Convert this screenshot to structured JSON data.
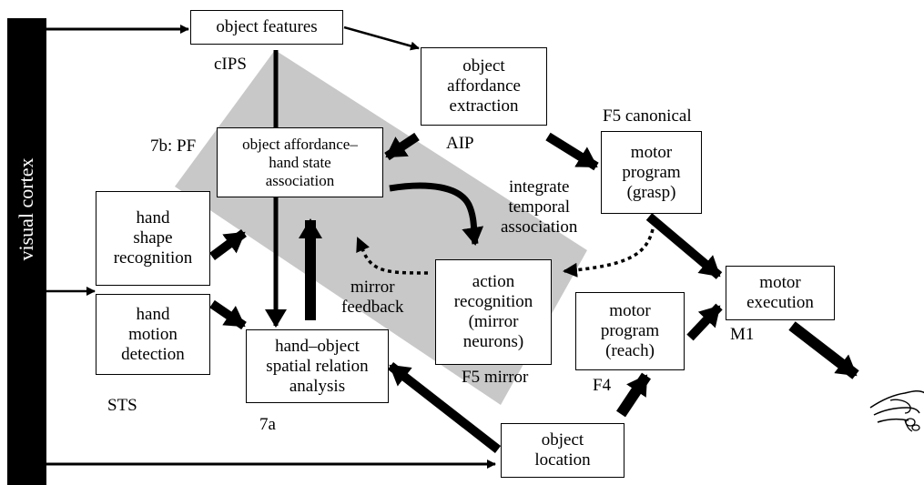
{
  "colors": {
    "region": "#c8c8c8",
    "arrow": "#000000",
    "background": "#ffffff"
  },
  "boxes": {
    "visual_cortex": "visual cortex",
    "object_features": "object features",
    "object_affordance_extraction": "object\naffordance\nextraction",
    "affordance_hand_state": "object affordance–\nhand state\nassociation",
    "motor_program_grasp": "motor\nprogram\n(grasp)",
    "hand_shape": "hand\nshape\nrecognition",
    "hand_motion": "hand\nmotion\ndetection",
    "action_recognition": "action\nrecognition\n(mirror\nneurons)",
    "motor_program_reach": "motor\nprogram\n(reach)",
    "motor_execution": "motor\nexecution",
    "spatial_relation": "hand–object\nspatial relation\nanalysis",
    "object_location": "object\nlocation"
  },
  "labels": {
    "cips": "cIPS",
    "aip": "AIP",
    "f5_canonical": "F5 canonical",
    "pf": "7b: PF",
    "integrate": "integrate\ntemporal\nassociation",
    "mirror_feedback": "mirror\nfeedback",
    "m1": "M1",
    "f5_mirror": "F5 mirror",
    "f4": "F4",
    "sts": "STS",
    "area_7a": "7a"
  },
  "hand_icon": "grasping-hand-icon"
}
